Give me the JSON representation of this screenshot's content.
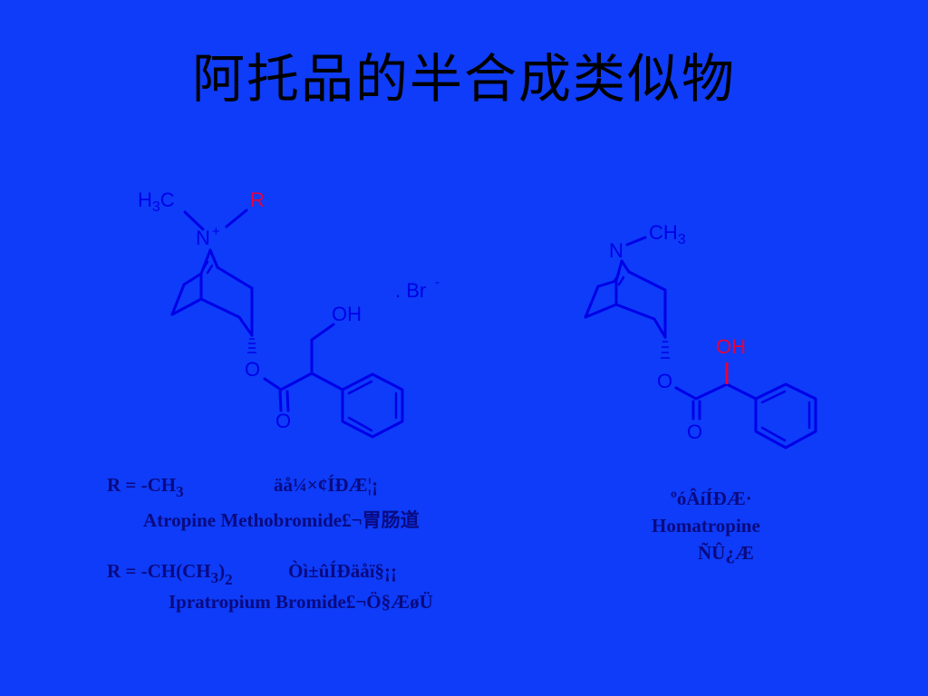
{
  "title": "阿托品的半合成类似物",
  "colors": {
    "background": "#0e3cf8",
    "bond": "#0000e8",
    "highlight": "#e8003a",
    "caption": "#0a0a80"
  },
  "left_structure": {
    "methyl": "H₃C",
    "r_group": "R",
    "nitrogen": "N",
    "charge": "+",
    "counter_ion": ". Br",
    "counter_charge": "-",
    "hydroxyl": "OH",
    "ester_oxygen": "O",
    "carbonyl_oxygen": "O"
  },
  "right_structure": {
    "nitrogen": "N",
    "methyl": "CH₃",
    "hydroxyl": "OH",
    "ester_oxygen": "O",
    "carbonyl_oxygen": "O"
  },
  "captions": {
    "r1_formula": "R = -CH",
    "r1_sub": "3",
    "r1_garbled": "äå¼×¢ÍÐÆ¦¡",
    "r1_name": "Atropine Methobromide£¬胃肠道",
    "r2_formula": "R = -CH(CH",
    "r2_sub1": "3",
    "r2_paren": ")",
    "r2_sub2": "2",
    "r2_garbled": "Òì±ûÍÐäåï§¡¡",
    "r2_name": "Ipratropium Bromide£¬Ö§ÆøÜ",
    "right_garbled": "ºóÂíÍÐÆ·",
    "right_name": "Homatropine",
    "right_garbled2": "ÑÛ¿Æ"
  }
}
